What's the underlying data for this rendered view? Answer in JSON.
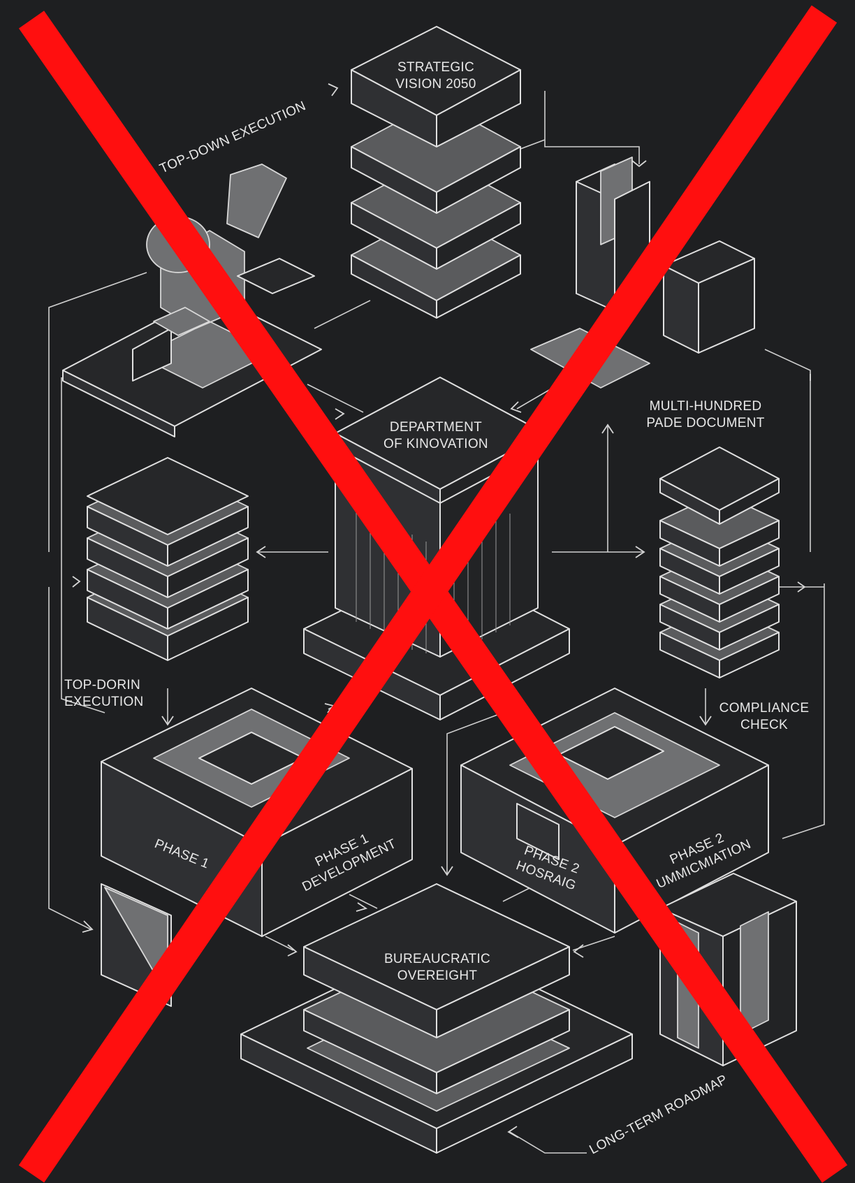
{
  "labels": {
    "strategic_vision": [
      "STRATEGIC",
      "VISION 2050"
    ],
    "top_down_execution_arc": "TOP-DOWN EXECUTION",
    "department": [
      "DEPARTMENT",
      "OF KINOVATION"
    ],
    "multi_hundred": [
      "MULTI-HUNDRED",
      "PADE DOCUMENT"
    ],
    "top_down_execution_left": [
      "TOP-DORIN",
      "EXECUTION"
    ],
    "compliance_check": [
      "COMPLIANCE",
      "CHECK"
    ],
    "phase_1": "PHASE 1",
    "phase_1_development": [
      "PHASE 1",
      "DEVELOPMENT"
    ],
    "phase_2_hosting": [
      "PHASE 2",
      "HOSRAIG"
    ],
    "phase_2_communication": [
      "PHASE 2",
      "UMMICMIATION"
    ],
    "bureaucratic_oversight": [
      "BUREAUCRATIC",
      "OVEREIGHT"
    ],
    "long_term_roadmap": "LONG-TERM ROADMAP"
  },
  "colors": {
    "background": "#1e1f21",
    "line": "#d6d6d6",
    "block_grey": "#6f7072",
    "cross": "#ff0f0f"
  },
  "overlay": {
    "type": "red-x",
    "icon": "cross-out-icon"
  }
}
